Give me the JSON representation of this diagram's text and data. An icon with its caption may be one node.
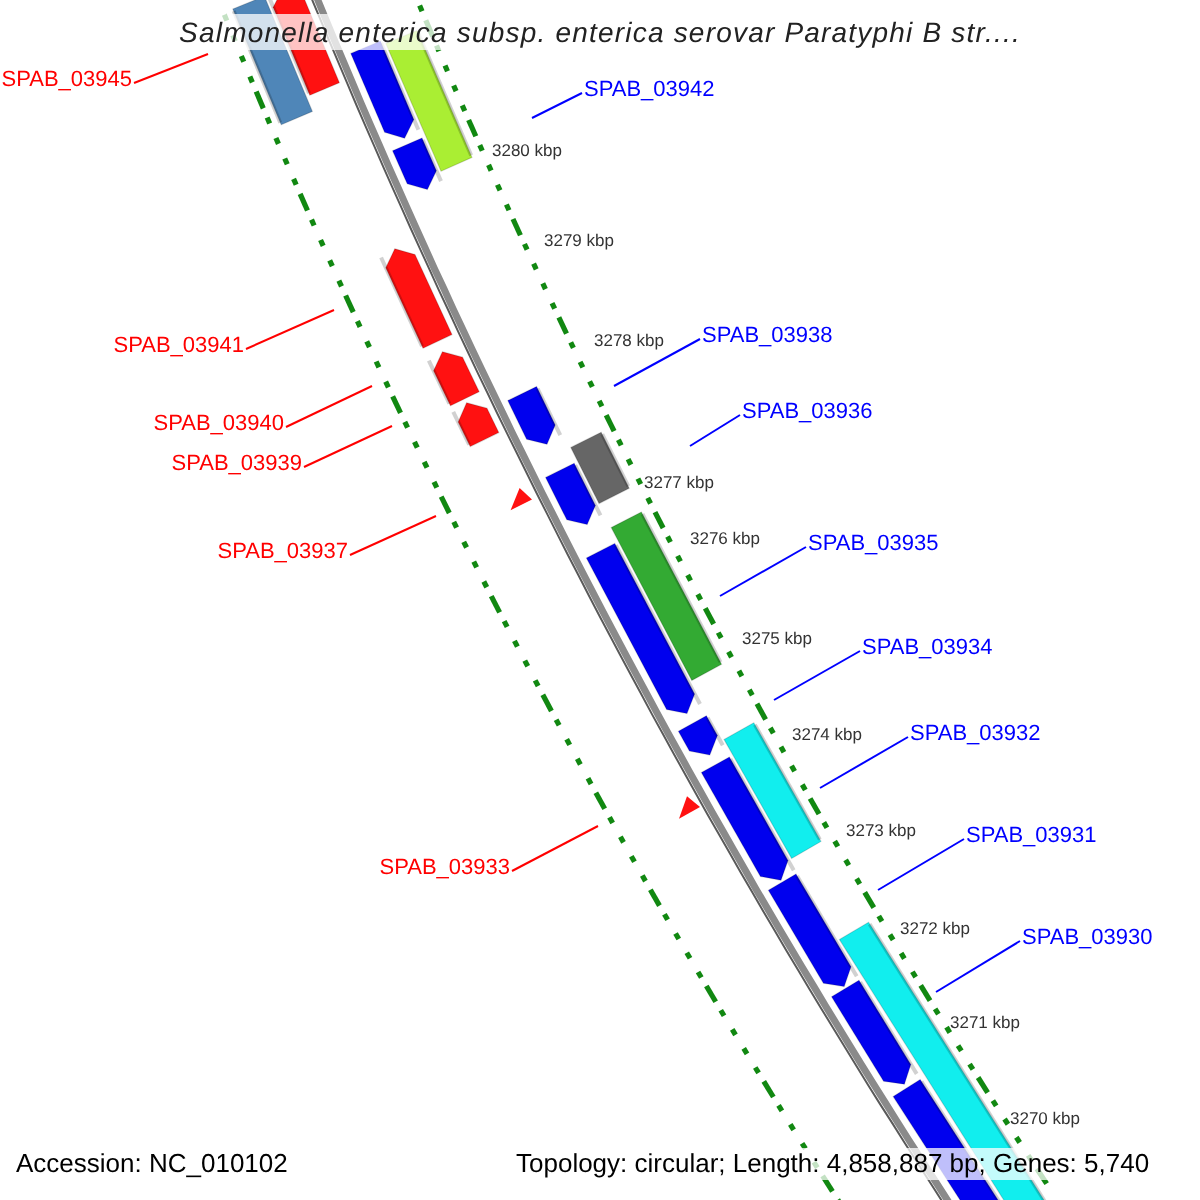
{
  "diagram": {
    "title": "Salmonella enterica subsp. enterica serovar Paratyphi B str....",
    "nodes": [
      {
        "text": [
          "SPAB_03945"
        ]
      },
      {
        "text": [
          "SPAB_03942"
        ]
      },
      {
        "text": [
          "SPAB_03938"
        ]
      },
      {
        "text": [
          "SPAB_03941"
        ]
      },
      {
        "text": [
          "SPAB_03936"
        ]
      },
      {
        "text": [
          "SPAB_03940"
        ]
      },
      {
        "text": [
          "SPAB_03939"
        ]
      },
      {
        "text": [
          "SPAB_03935"
        ]
      },
      {
        "text": [
          "SPAB_03937"
        ]
      },
      {
        "text": [
          "SPAB_03934"
        ]
      },
      {
        "text": [
          "SPAB_03932"
        ]
      },
      {
        "text": [
          "SPAB_03931"
        ]
      },
      {
        "text": [
          "SPAB_03933"
        ]
      },
      {
        "text": [
          "SPAB_03930"
        ]
      }
    ],
    "edges": [
      {
        "from": 0,
        "to": null,
        "arrow": "none",
        "color": "#ff0000"
      },
      {
        "from": 1,
        "to": null,
        "arrow": "none",
        "color": "#0000ff"
      },
      {
        "from": 2,
        "to": null,
        "arrow": "none",
        "color": "#0000ff"
      },
      {
        "from": 3,
        "to": null,
        "arrow": "none",
        "color": "#ff0000"
      },
      {
        "from": 4,
        "to": null,
        "arrow": "none",
        "color": "#0000ff"
      },
      {
        "from": 5,
        "to": null,
        "arrow": "none",
        "color": "#ff0000"
      },
      {
        "from": 6,
        "to": null,
        "arrow": "none",
        "color": "#ff0000"
      },
      {
        "from": 7,
        "to": null,
        "arrow": "none",
        "color": "#0000ff"
      },
      {
        "from": 8,
        "to": null,
        "arrow": "none",
        "color": "#ff0000"
      },
      {
        "from": 9,
        "to": null,
        "arrow": "none",
        "color": "#0000ff"
      },
      {
        "from": 10,
        "to": null,
        "arrow": "none",
        "color": "#0000ff"
      },
      {
        "from": 11,
        "to": null,
        "arrow": "none",
        "color": "#0000ff"
      },
      {
        "from": 12,
        "to": null,
        "arrow": "none",
        "color": "#ff0000"
      },
      {
        "from": 13,
        "to": null,
        "arrow": "none",
        "color": "#0000ff"
      }
    ],
    "labels": [
      "3280 kbp",
      "3279 kbp",
      "3278 kbp",
      "3277 kbp",
      "3276 kbp",
      "3275 kbp",
      "3274 kbp",
      "3273 kbp",
      "3272 kbp",
      "3271 kbp",
      "3270 kbp",
      "Accession: NC_010102",
      "Topology: circular; Length: 4,858,887 bp; Genes: 5,740"
    ]
  }
}
